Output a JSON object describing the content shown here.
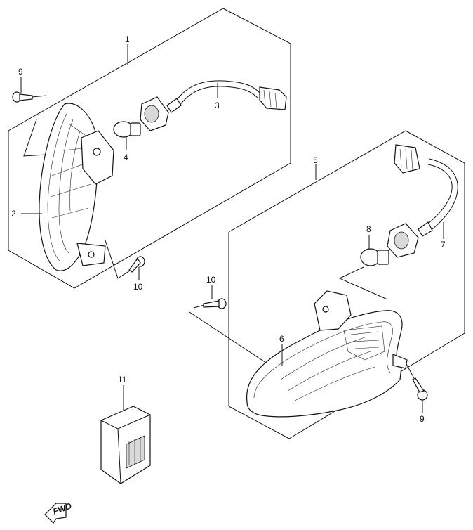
{
  "callouts": {
    "c1": "1",
    "c2": "2",
    "c3": "3",
    "c4": "4",
    "c5": "5",
    "c6": "6",
    "c7": "7",
    "c8": "8",
    "c9a": "9",
    "c9b": "9",
    "c10a": "10",
    "c10b": "10",
    "c11": "11"
  },
  "fwd_label": "FWD",
  "colors": {
    "line": "#111111",
    "fill": "#ffffff",
    "shade": "#d9d9d9"
  }
}
